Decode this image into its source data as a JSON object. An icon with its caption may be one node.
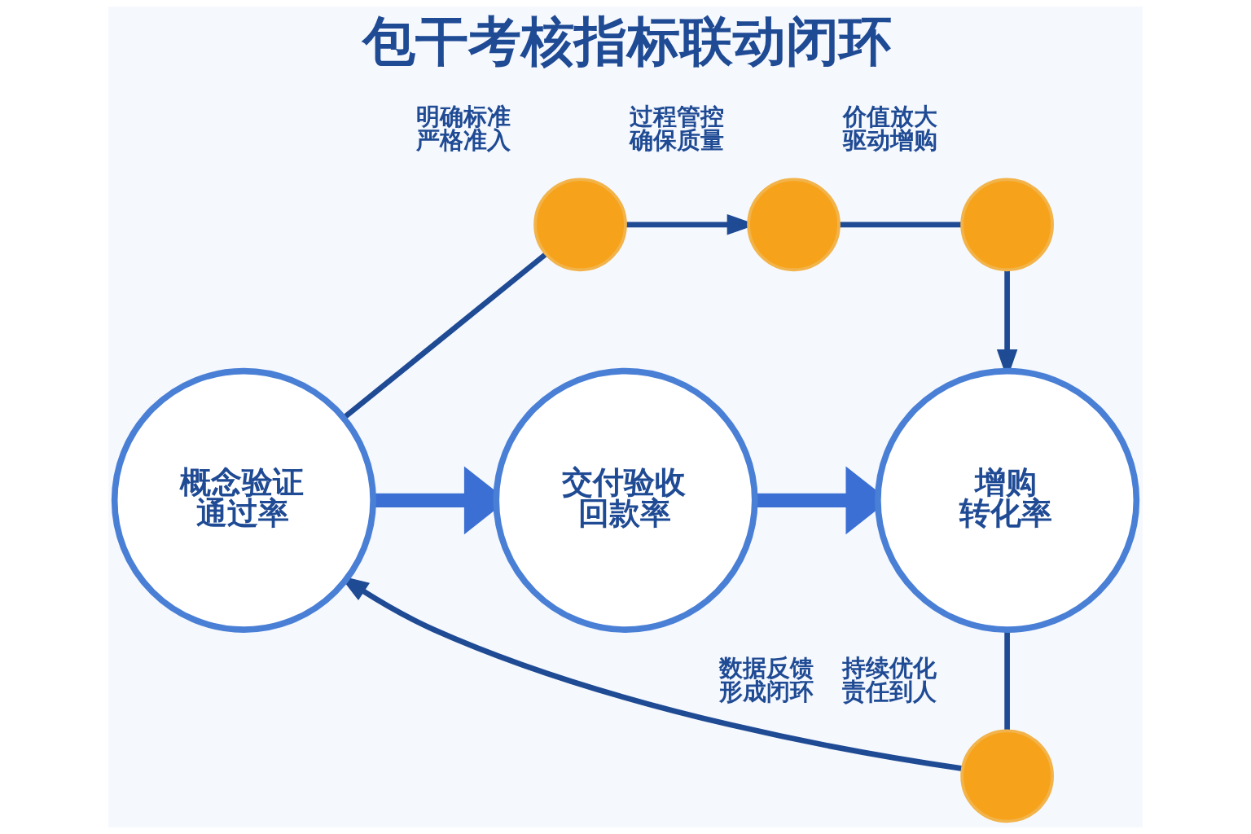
{
  "diagram": {
    "title": "包干考核指标联动闭环",
    "nodes": [
      {
        "text": [],
        "shape": "circle",
        "beside": [
          "明确标准严格准入"
        ]
      },
      {
        "text": [],
        "shape": "circle",
        "beside": [
          "过程管控确保质量"
        ]
      },
      {
        "text": [],
        "shape": "circle",
        "beside": [
          "价值放大驱动增购"
        ]
      },
      {
        "text": [
          "概念验证通过率"
        ]
      },
      {
        "text": [
          "交付验收回款率"
        ]
      },
      {
        "text": [
          "增购转化率"
        ]
      },
      {
        "text": [],
        "shape": "circle",
        "beside": [
          "数据反馈形成闭环",
          "持续优化责任到人"
        ]
      }
    ],
    "edges": [
      {
        "from": 3,
        "to": 0,
        "arrow": "none"
      },
      {
        "from": 0,
        "to": 1,
        "arrow": "to"
      },
      {
        "from": 1,
        "to": 2,
        "arrow": "none"
      },
      {
        "from": 2,
        "to": 5,
        "arrow": "to"
      },
      {
        "from": 5,
        "to": 6,
        "arrow": "none"
      },
      {
        "from": 6,
        "to": 3,
        "arrow": "to"
      },
      {
        "from": 3,
        "to": 4,
        "arrow": "to",
        "style": "thick",
        "color": "#3b6fd4"
      },
      {
        "from": 4,
        "to": 5,
        "arrow": "to",
        "style": "thick",
        "color": "#3b6fd4"
      }
    ]
  }
}
